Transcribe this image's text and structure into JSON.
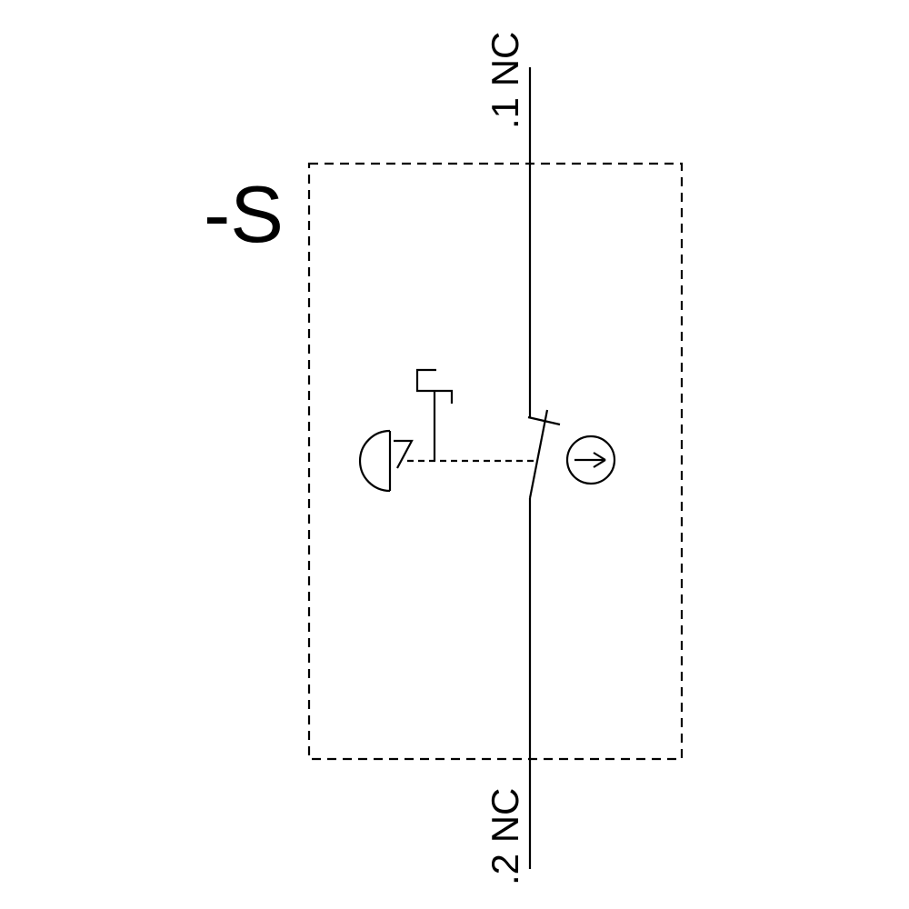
{
  "page": {
    "background_color": "#ffffff",
    "line_color": "#000000"
  },
  "diagram": {
    "type": "electrical-schematic",
    "device_label": "-S",
    "terminal_top_label": ".1 NC",
    "terminal_bottom_label": ".2 NC",
    "contact_type": "NC",
    "symbols": [
      "emergency-stop-mushroom-actuator",
      "twist-to-release-mark",
      "latching-detent",
      "mechanical-link-dashed",
      "nc-break-contact",
      "positive-opening-safety-arrow"
    ]
  }
}
